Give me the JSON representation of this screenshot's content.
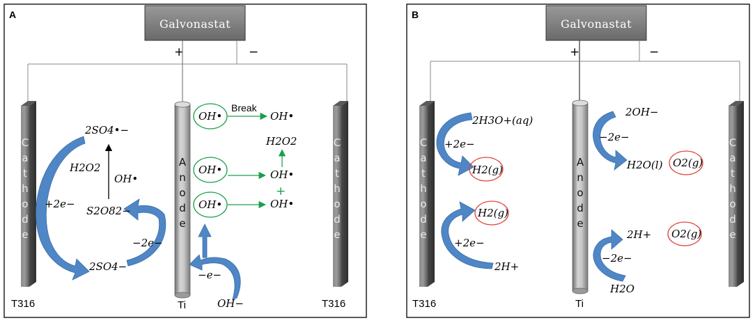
{
  "panels": [
    {
      "letter": "A"
    },
    {
      "letter": "B"
    }
  ],
  "galvanostat": {
    "label": "Galvonastat",
    "plus": "+",
    "minus": "−"
  },
  "electrodes": {
    "cathode_text": "Cathode",
    "anode_text": "Anode",
    "cathode_material": "T316",
    "anode_material": "Ti"
  },
  "panel_a": {
    "so4_radical": "2SO4•−",
    "h2o2_left": "H2O2",
    "oh_mid": "OH•",
    "s2o8": "S2O82−",
    "so4_ion": "2SO4−",
    "plus_2e": "+2e−",
    "minus_2e": "−2e−",
    "minus_e": "−e−",
    "oh_minus": "OH−",
    "oh_radical": "OH•",
    "break_label": "Break",
    "h2o2_right": "H2O2",
    "green_plus": "+"
  },
  "panel_b": {
    "h3o": "2H3O+(aq)",
    "plus_2e": "+2e−",
    "h2g": "H2(g)",
    "h_plus_2": "2H+",
    "oh_minus_2": "2OH−",
    "minus_2e": "−2e−",
    "h2o_l": "H2O(l)",
    "o2g": "O2(g)",
    "h2o": "H2O"
  },
  "colors": {
    "arrow_blue": "#4f86c6",
    "green": "#1aa04a",
    "red_circle": "#e0403a",
    "galvanostat_fill": "#7a7a7a"
  }
}
